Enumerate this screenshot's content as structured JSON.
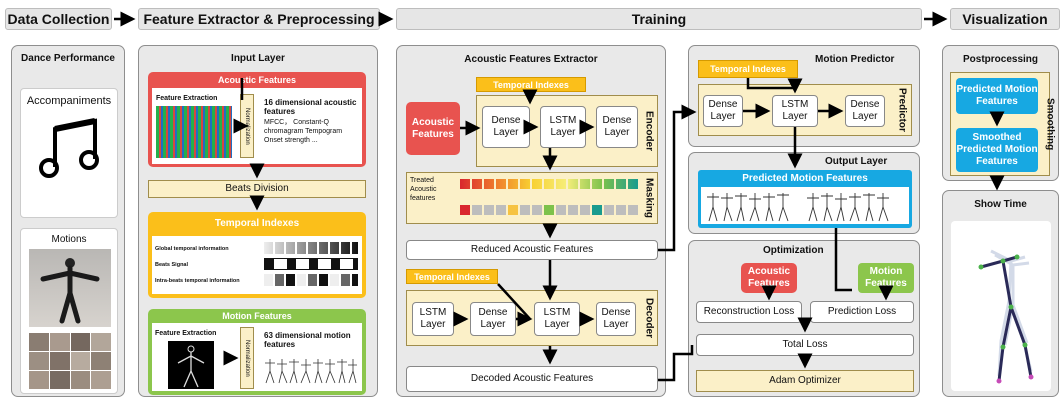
{
  "phases": {
    "data_collection": "Data Collection",
    "feature_extractor": "Feature Extractor & Preprocessing",
    "training": "Training",
    "visualization": "Visualization"
  },
  "dance": {
    "title": "Dance Performance",
    "accompaniments": "Accompaniments",
    "motions": "Motions"
  },
  "input_layer": {
    "title": "Input Layer",
    "acoustic": {
      "header": "Acoustic Features",
      "extraction": "Feature Extraction",
      "normalization": "Normalization",
      "features_title": "16 dimensional acoustic features",
      "features_detail": "MFCC， Constant-Q chromagram Tempogram Onset strength ..."
    },
    "beats_division": "Beats Division",
    "temporal": {
      "header": "Temporal Indexes",
      "rows": [
        "Global temporal information",
        "Beats Signal",
        "Intra-beats temporal information"
      ]
    },
    "motion": {
      "header": "Motion Features",
      "extraction": "Feature Extraction",
      "normalization": "Normalization",
      "features_title": "63 dimensional motion features"
    }
  },
  "ae": {
    "title": "Acoustic Features Extractor",
    "temporal_indexes": "Temporal Indexes",
    "acoustic_features": "Acoustic Features",
    "encoder": {
      "label": "Encoder",
      "layers": [
        "Dense Layer",
        "LSTM Layer",
        "Dense Layer"
      ]
    },
    "masking": {
      "label": "Masking",
      "treated": "Treated Acoustic features"
    },
    "reduced": "Reduced Acoustic Features",
    "decoder": {
      "label": "Decoder",
      "temporal_indexes": "Temporal Indexes",
      "layers": [
        "LSTM Layer",
        "Dense Layer",
        "LSTM Layer",
        "Dense Layer"
      ]
    },
    "decoded": "Decoded Acoustic Features"
  },
  "mp": {
    "title": "Motion Predictor",
    "temporal_indexes": "Temporal Indexes",
    "layers": [
      "Dense Layer",
      "LSTM Layer",
      "Dense Layer"
    ],
    "label": "Predictor"
  },
  "output": {
    "title": "Output Layer",
    "predicted": "Predicted Motion Features"
  },
  "opt": {
    "title": "Optimization",
    "acoustic": "Acoustic Features",
    "motion": "Motion Features",
    "reconstruction": "Reconstruction Loss",
    "prediction": "Prediction Loss",
    "total": "Total Loss",
    "adam": "Adam Optimizer"
  },
  "post": {
    "title": "Postprocessing",
    "predicted": "Predicted Motion Features",
    "smoothed": "Smoothed Predicted Motion Features",
    "smoothing": "Smoothing"
  },
  "show": {
    "title": "Show Time"
  },
  "colors": {
    "red": "#e8534f",
    "yellow": "#fbbf1a",
    "blue": "#17a8e2",
    "green": "#8cc64c",
    "cream": "#fbf0c8"
  }
}
